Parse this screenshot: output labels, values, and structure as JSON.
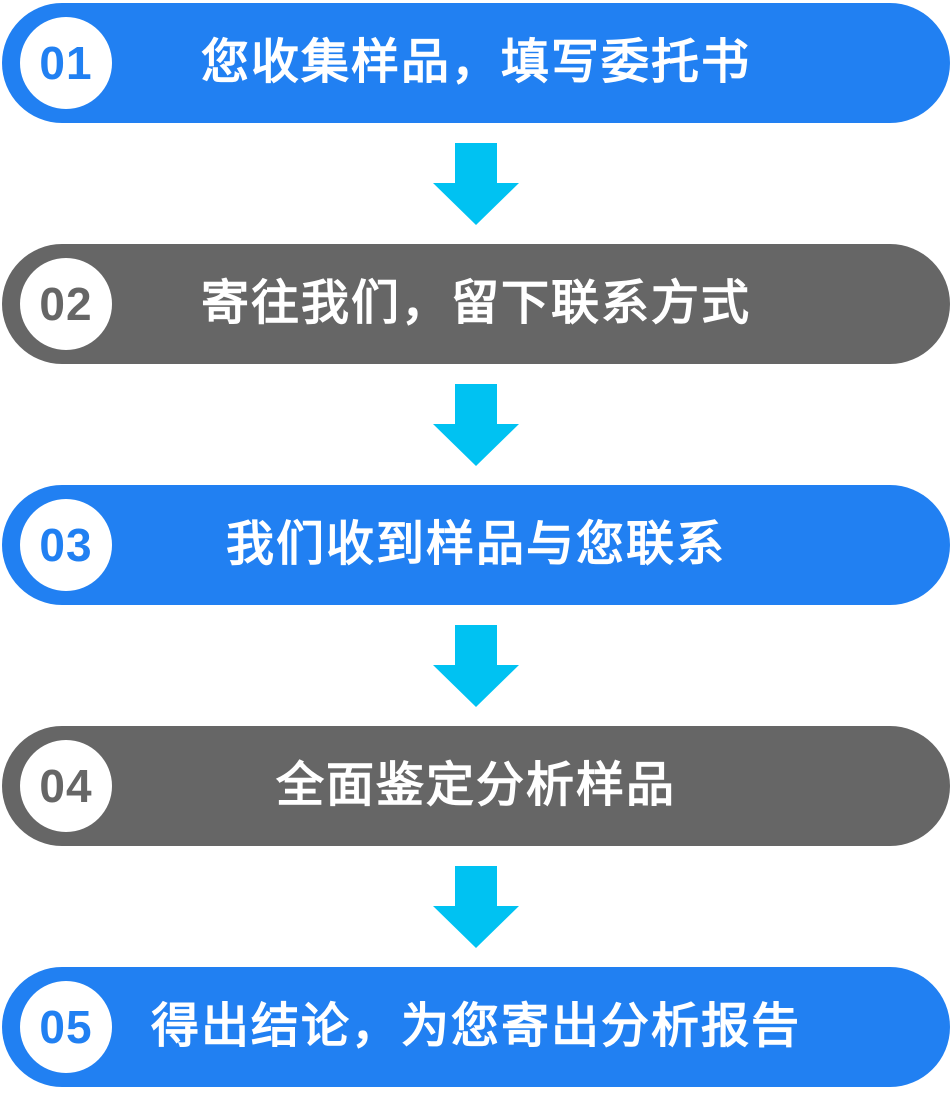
{
  "diagram": {
    "type": "process-flow",
    "direction": "top-to-bottom",
    "steps": [
      {
        "number": "01",
        "label": "您收集样品，填写委托书",
        "color": "#2180F2"
      },
      {
        "number": "02",
        "label": "寄往我们，留下联系方式",
        "color": "#666666"
      },
      {
        "number": "03",
        "label": "我们收到样品与您联系",
        "color": "#2180F2"
      },
      {
        "number": "04",
        "label": "全面鉴定分析样品",
        "color": "#666666"
      },
      {
        "number": "05",
        "label": "得出结论，为您寄出分析报告",
        "color": "#2180F2"
      }
    ],
    "connector": {
      "icon": "down-arrow",
      "color": "#00C2F2"
    }
  },
  "colors": {
    "blue": "#2180F2",
    "gray": "#666666",
    "arrow_cyan": "#00C2F2",
    "badge_fill": "#ffffff",
    "label_text": "#ffffff",
    "background": "#ffffff"
  }
}
